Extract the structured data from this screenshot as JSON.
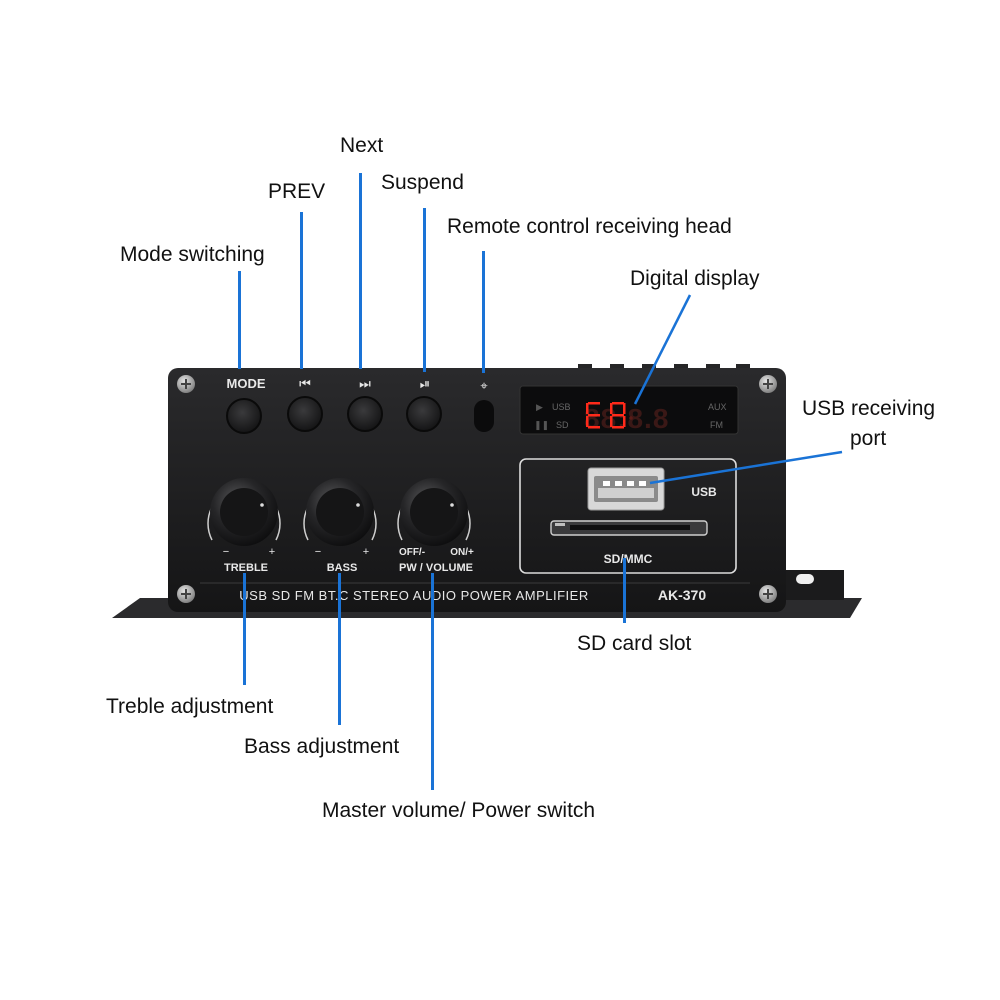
{
  "callouts": {
    "next": "Next",
    "prev": "PREV",
    "suspend": "Suspend",
    "remote": "Remote control receiving head",
    "mode": "Mode switching",
    "display": "Digital display",
    "usb_line1": "USB receiving",
    "usb_line2": "port",
    "sd": "SD card slot",
    "treble": "Treble adjustment",
    "bass": "Bass adjustment",
    "master": "Master volume/ Power switch"
  },
  "panel": {
    "mode_label": "MODE",
    "prev_symbol": "⏮",
    "next_symbol": "⏭",
    "play_pause_symbol": "⏯",
    "display_digits": "88:8.8",
    "display_usb": "USB",
    "display_sd": "SD",
    "display_aux": "AUX",
    "display_fm": "FM",
    "knob_minus": "−",
    "knob_plus": "+",
    "treble_label": "TREBLE",
    "bass_label": "BASS",
    "volume_off": "OFF/-",
    "volume_on": "ON/+",
    "volume_label": "PW / VOLUME",
    "usb_port_label": "USB",
    "sd_label": "SD/MMC",
    "tagline": "USB SD FM BT.C STEREO AUDIO POWER AMPLIFIER",
    "model": "AK-370"
  },
  "colors": {
    "callout_line": "#1a73d6",
    "panel": "#1c1c1e",
    "led": "#ff2a1a"
  }
}
